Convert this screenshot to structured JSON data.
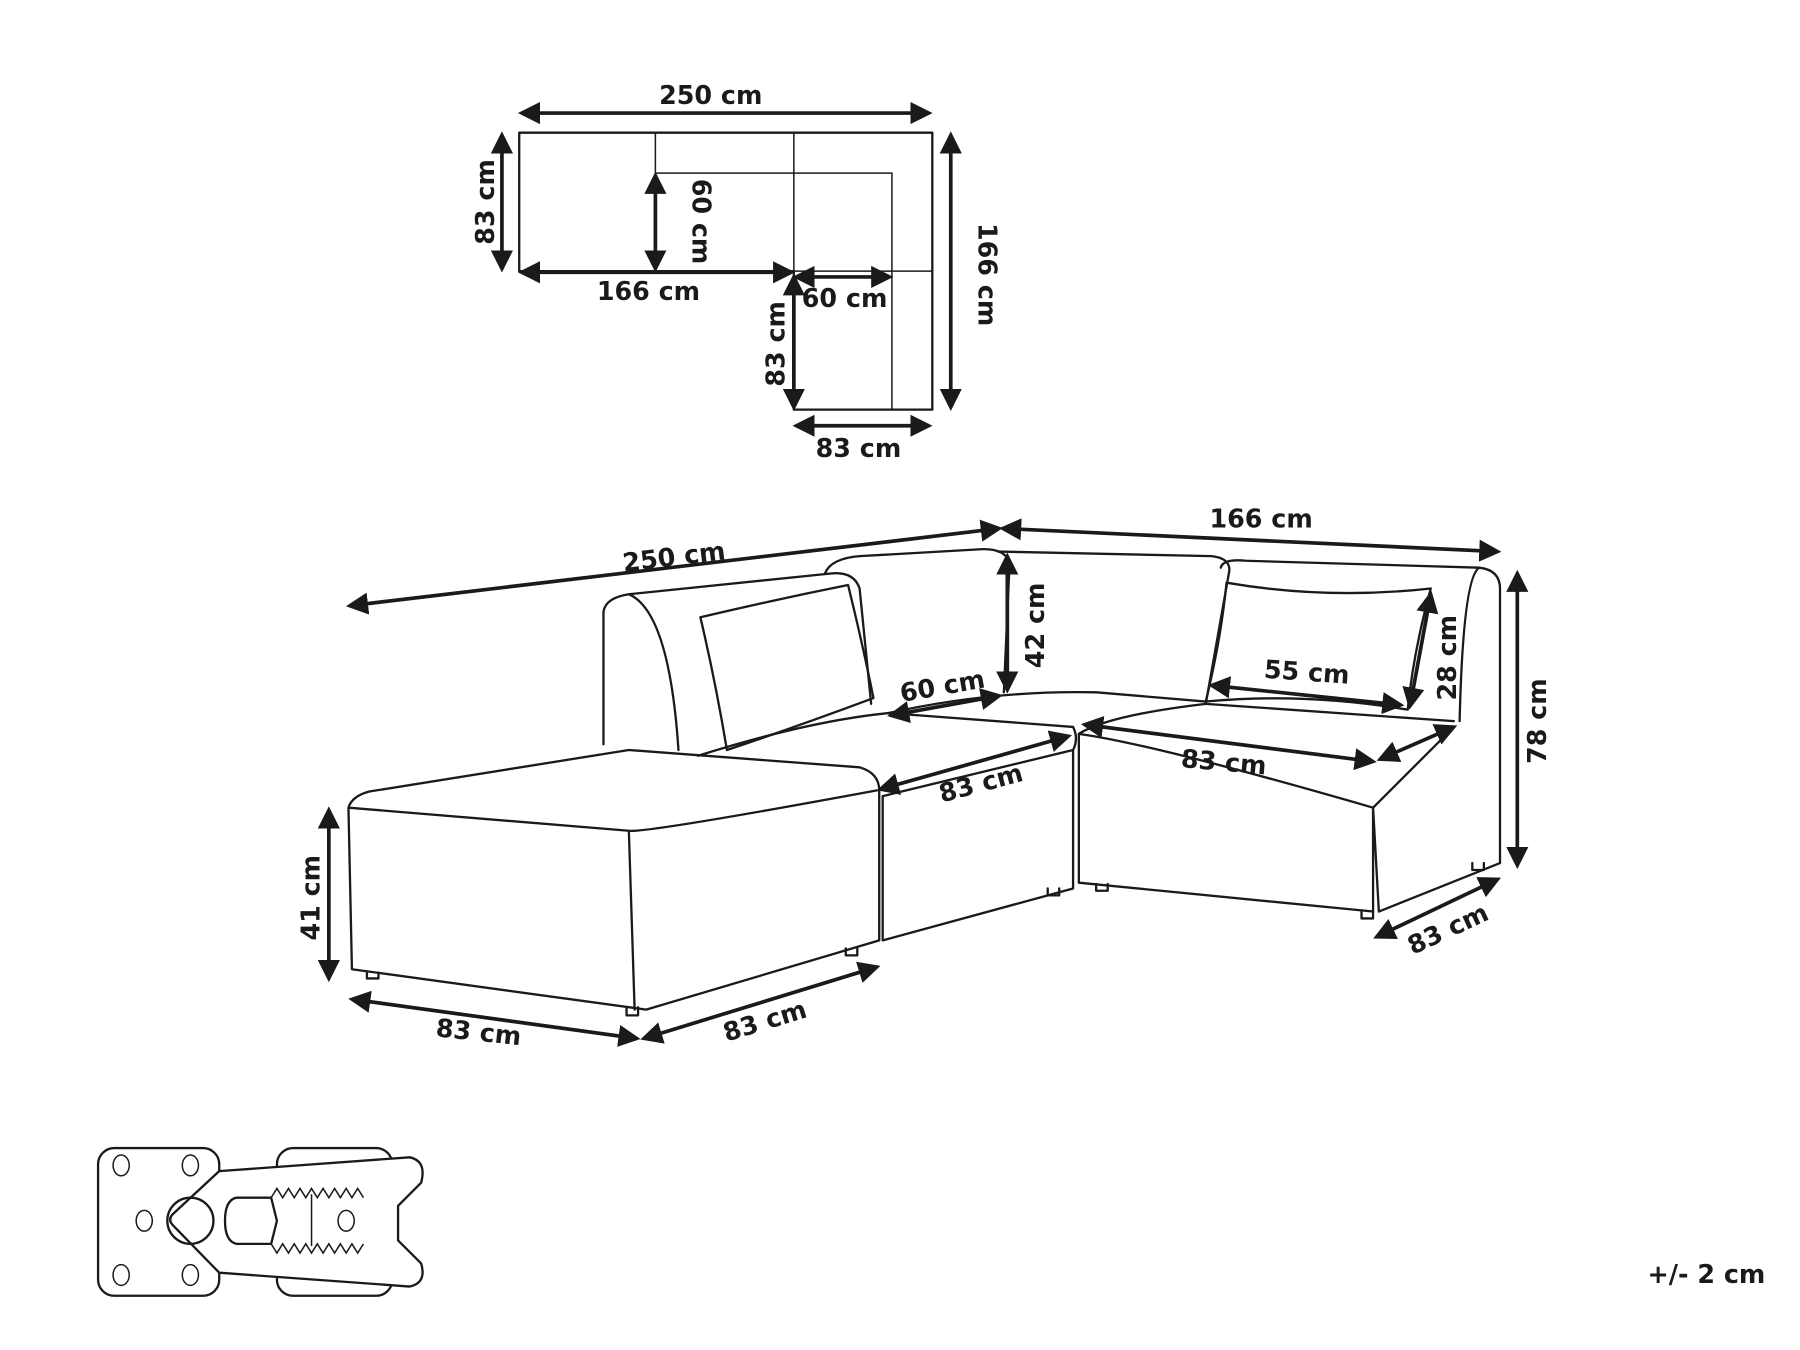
{
  "top_view": {
    "width_total": "250 cm",
    "depth_left": "83 cm",
    "seat_depth": "60 cm",
    "length_lower": "166 cm",
    "seat_depth_corner": "60 cm",
    "depth_right_total": "166 cm",
    "depth_module": "83 cm",
    "width_module": "83 cm"
  },
  "perspective_view": {
    "width_total": "250 cm",
    "depth_total": "166 cm",
    "back_height": "42 cm",
    "seat_depth": "60 cm",
    "pillow_width": "55 cm",
    "pillow_height": "28 cm",
    "total_height": "78 cm",
    "module_width_middle": "83 cm",
    "module_width_right": "83 cm",
    "seat_height": "41 cm",
    "ottoman_width": "83 cm",
    "ottoman_depth": "83 cm",
    "right_depth": "83 cm"
  },
  "tolerance": "+/- 2 cm"
}
